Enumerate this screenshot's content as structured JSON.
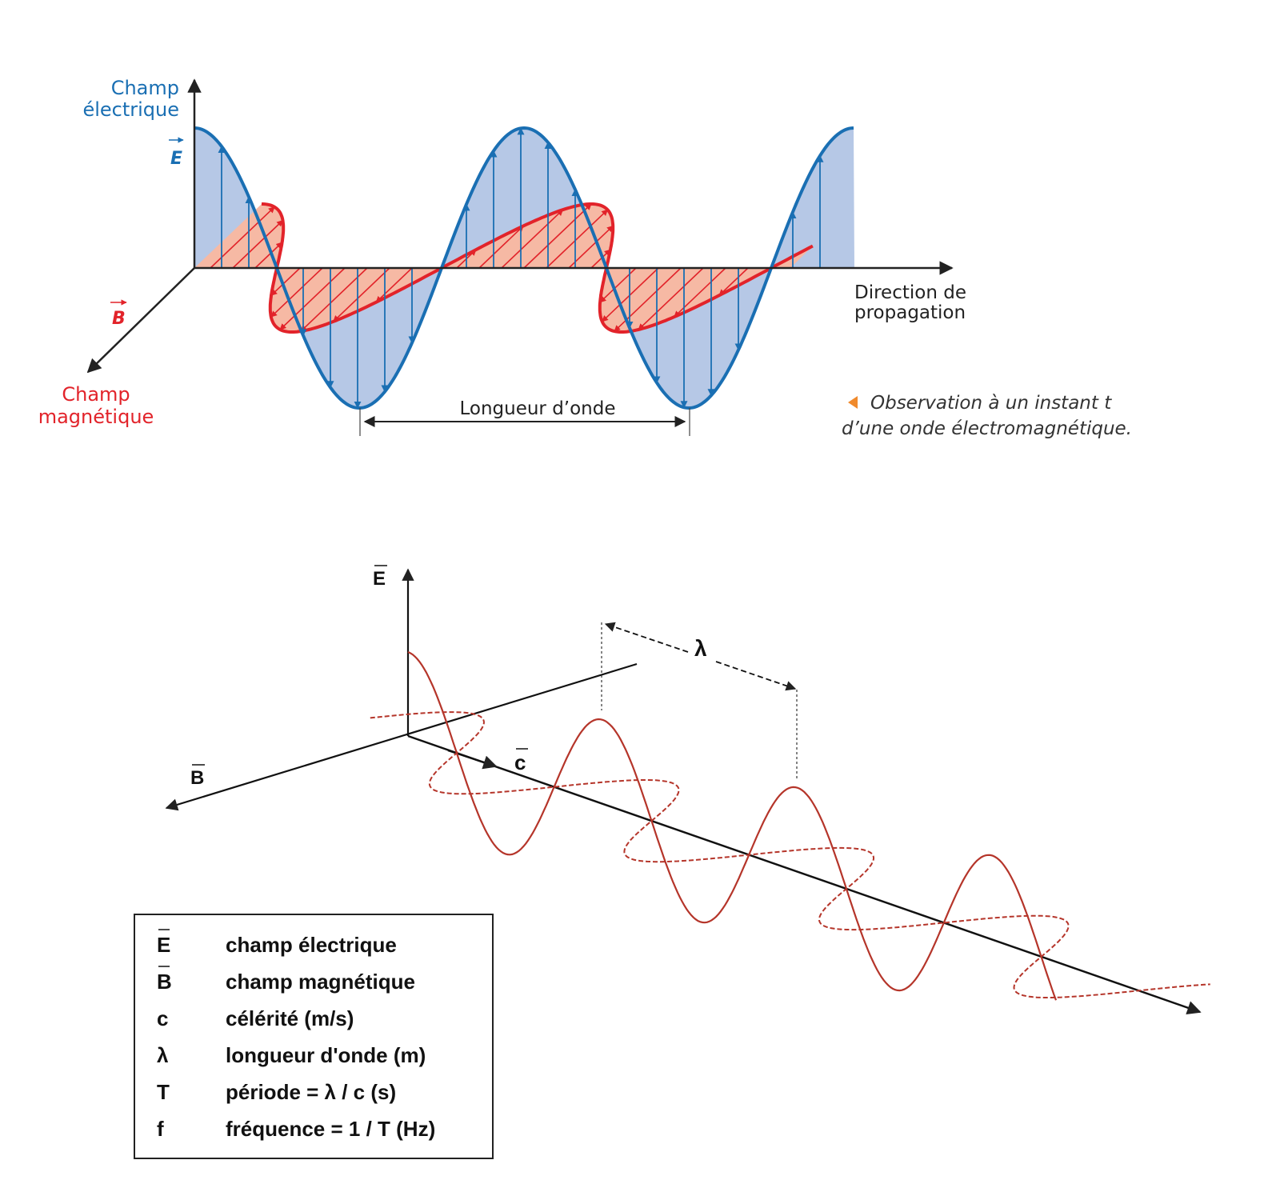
{
  "top_diagram": {
    "electric_axis_label_line1": "Champ",
    "electric_axis_label_line2": "électrique",
    "e_symbol": "E",
    "b_symbol": "B",
    "magnetic_axis_label_line1": "Champ",
    "magnetic_axis_label_line2": "magnétique",
    "propagation_label_line1": "Direction de",
    "propagation_label_line2": "propagation",
    "wavelength_label": "Longueur d’onde",
    "caption_line1": "Observation à un instant t",
    "caption_line2": "d’une onde électromagnétique.",
    "colors": {
      "electric": "#1a6fb3",
      "electric_fill": "#b6c8e6",
      "magnetic": "#e2232a",
      "magnetic_fill": "#f6b9a4",
      "axis": "#222222",
      "caption_marker": "#f08a2c"
    }
  },
  "bottom_diagram": {
    "e_label": "E",
    "b_label": "B",
    "c_label": "c",
    "lambda_label": "λ",
    "wave_color": "#b5352a",
    "legend": [
      {
        "symbol": "E",
        "text": "champ électrique"
      },
      {
        "symbol": "B",
        "text": "champ magnétique"
      },
      {
        "symbol": "c",
        "text": "célérité (m/s)"
      },
      {
        "symbol": "λ",
        "text": "longueur d'onde (m)"
      },
      {
        "symbol": "T",
        "text": "période = λ / c  (s)"
      },
      {
        "symbol": "f",
        "text": "fréquence = 1 / T  (Hz)"
      }
    ]
  }
}
